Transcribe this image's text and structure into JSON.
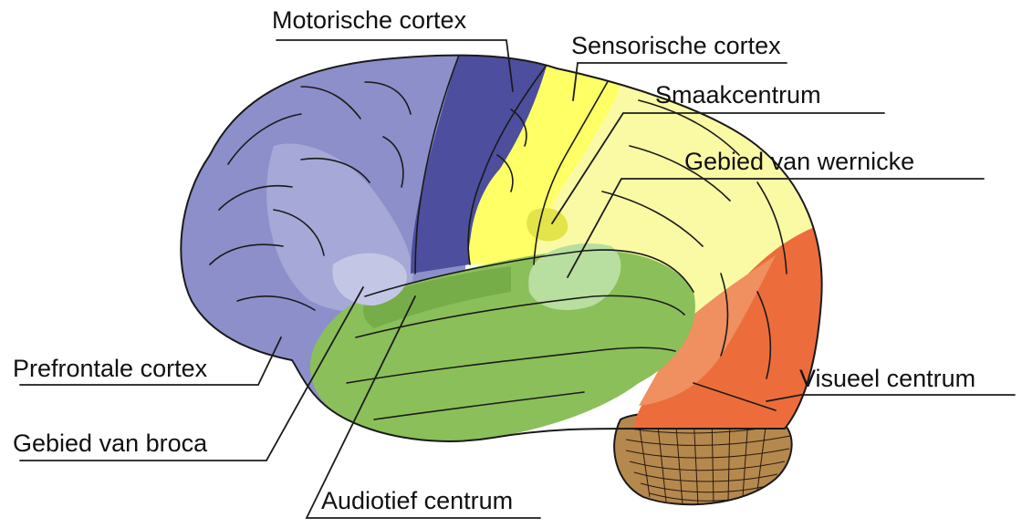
{
  "labels": {
    "motor_cortex": "Motorische cortex",
    "sensory_cortex": "Sensorische cortex",
    "taste_center": "Smaakcentrum",
    "wernicke_area": "Gebied van wernicke",
    "prefrontal_cortex": "Prefrontale cortex",
    "broca_area": "Gebied van broca",
    "visual_center": "Visueel centrum",
    "auditory_center": "Audiotief centrum"
  },
  "colors": {
    "prefrontal": "#8d8fcb",
    "prefrontal_light": "#a8aad8",
    "motor": "#4d4e9d",
    "sensory": "#ffff66",
    "parietal": "#fafaa5",
    "temporal": "#8bbf5a",
    "temporal_dark": "#6ea845",
    "occipital": "#ec6d3b",
    "occipital_light": "#ef8f5b",
    "cerebellum": "#b5884e"
  }
}
